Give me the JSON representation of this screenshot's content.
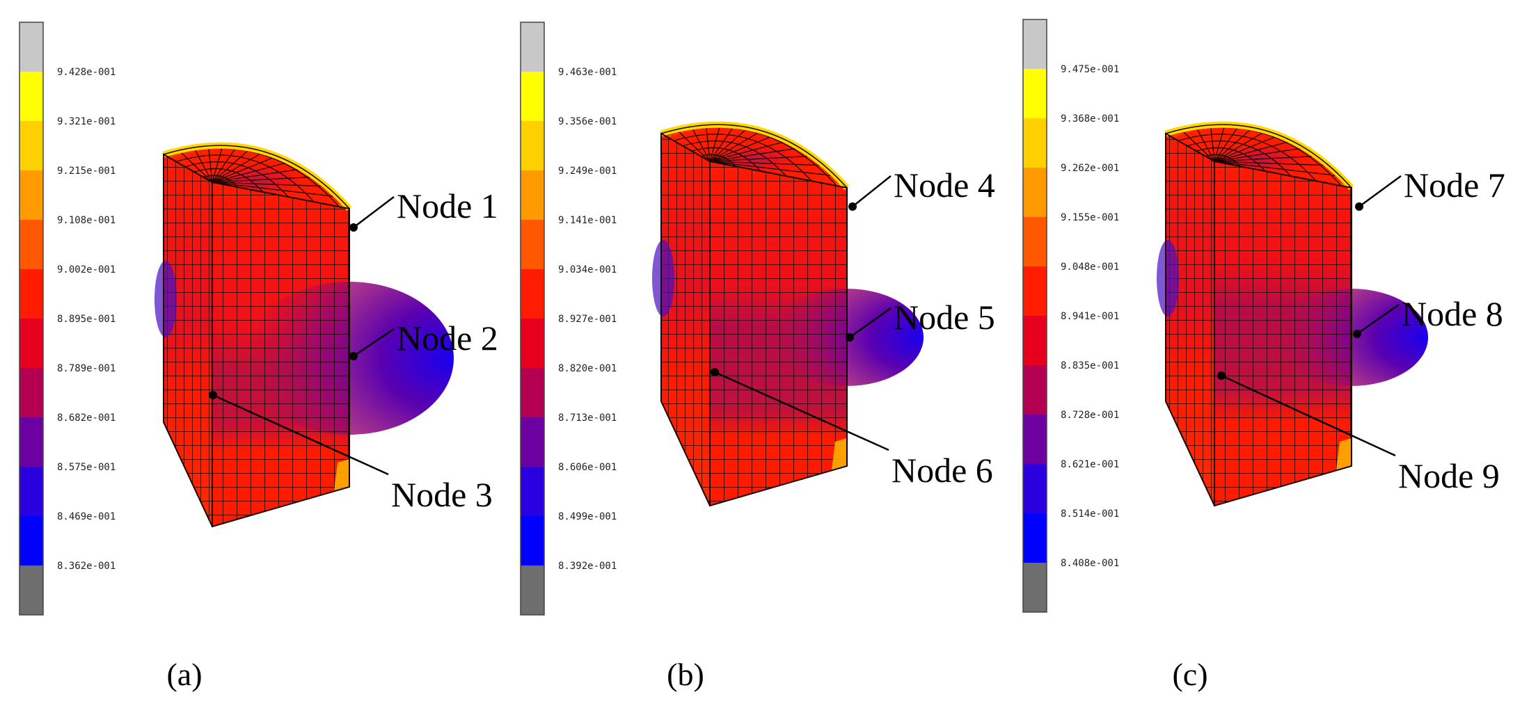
{
  "colorbar_colors": [
    "#c8c8c8",
    "#ffff00",
    "#ffd000",
    "#ff9a00",
    "#ff5800",
    "#ff1c00",
    "#e6001e",
    "#b40050",
    "#6c00a0",
    "#2a00e0",
    "#0000ff",
    "#6e6e6e"
  ],
  "panels": [
    {
      "caption": "(a)",
      "legend_values": [
        "9.428e-001",
        "9.321e-001",
        "9.215e-001",
        "9.108e-001",
        "9.002e-001",
        "8.895e-001",
        "8.789e-001",
        "8.682e-001",
        "8.575e-001",
        "8.469e-001",
        "8.362e-001"
      ],
      "nodes": [
        {
          "label": "Node 1"
        },
        {
          "label": "Node 2"
        },
        {
          "label": "Node 3"
        }
      ]
    },
    {
      "caption": "(b)",
      "legend_values": [
        "9.463e-001",
        "9.356e-001",
        "9.249e-001",
        "9.141e-001",
        "9.034e-001",
        "8.927e-001",
        "8.820e-001",
        "8.713e-001",
        "8.606e-001",
        "8.499e-001",
        "8.392e-001"
      ],
      "nodes": [
        {
          "label": "Node 4"
        },
        {
          "label": "Node 5"
        },
        {
          "label": "Node 6"
        }
      ]
    },
    {
      "caption": "(c)",
      "legend_values": [
        "9.475e-001",
        "9.368e-001",
        "9.262e-001",
        "9.155e-001",
        "9.048e-001",
        "8.941e-001",
        "8.835e-001",
        "8.728e-001",
        "8.621e-001",
        "8.514e-001",
        "8.408e-001"
      ],
      "nodes": [
        {
          "label": "Node 7"
        },
        {
          "label": "Node 8"
        },
        {
          "label": "Node 9"
        }
      ]
    }
  ]
}
